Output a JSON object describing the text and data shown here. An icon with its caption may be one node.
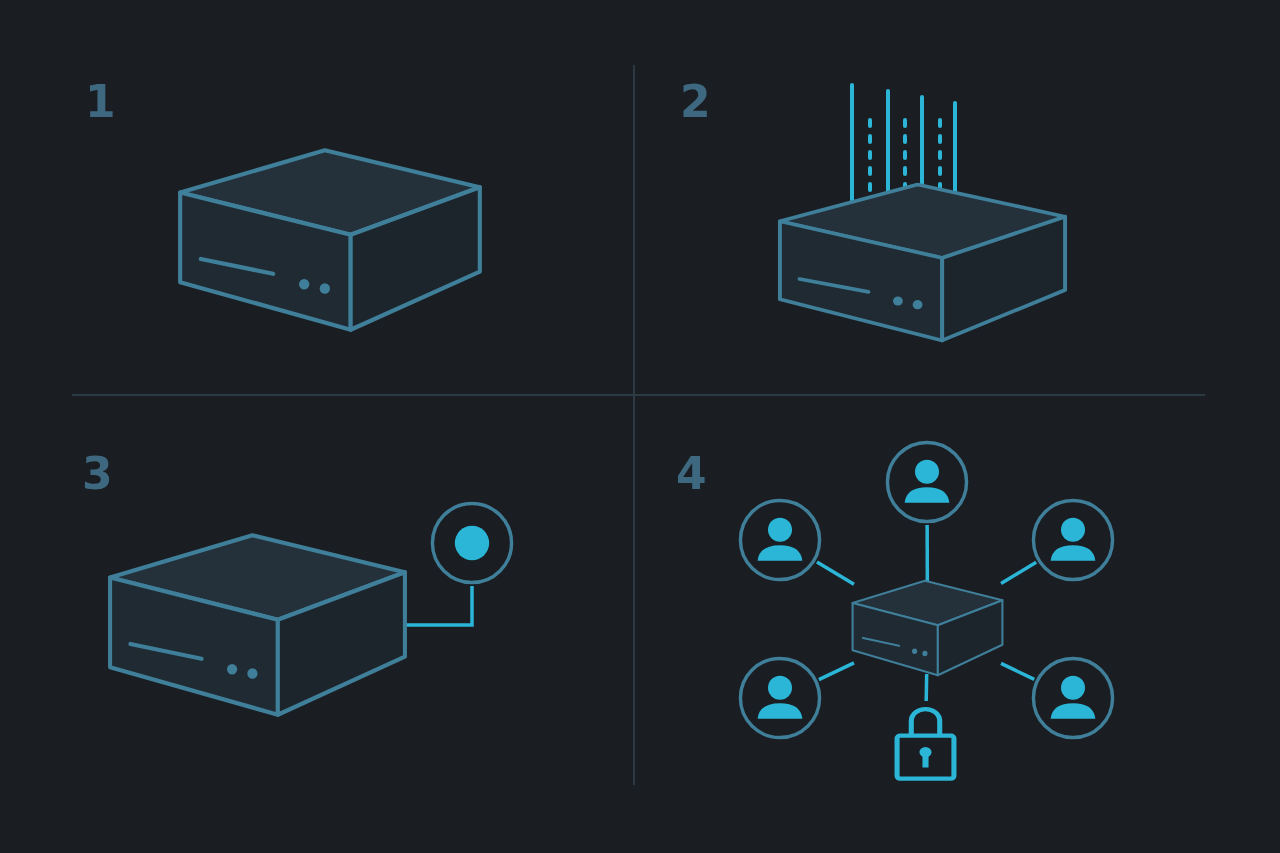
{
  "diagram": {
    "nodes": [
      {
        "text": [],
        "shape": "picture"
      },
      {
        "text": [],
        "shape": "picture"
      },
      {
        "text": [],
        "shape": "picture"
      },
      {
        "text": [],
        "shape": "circle"
      },
      {
        "text": [],
        "shape": "person"
      },
      {
        "text": [],
        "shape": "person"
      },
      {
        "text": [],
        "shape": "person"
      },
      {
        "text": [],
        "shape": "picture"
      },
      {
        "text": [],
        "shape": "person"
      },
      {
        "text": [],
        "shape": "person"
      },
      {
        "text": [],
        "shape": "picture"
      }
    ],
    "edges": [
      {
        "from": 2,
        "to": 3,
        "arrow": "none"
      },
      {
        "from": 7,
        "to": 4,
        "arrow": "none"
      },
      {
        "from": 7,
        "to": 5,
        "arrow": "none"
      },
      {
        "from": 7,
        "to": 6,
        "arrow": "none"
      },
      {
        "from": 7,
        "to": 8,
        "arrow": "none"
      },
      {
        "from": 7,
        "to": 9,
        "arrow": "none"
      },
      {
        "from": 7,
        "to": 10,
        "arrow": "none"
      }
    ],
    "labels": [
      "1",
      "2",
      "3",
      "4"
    ]
  }
}
